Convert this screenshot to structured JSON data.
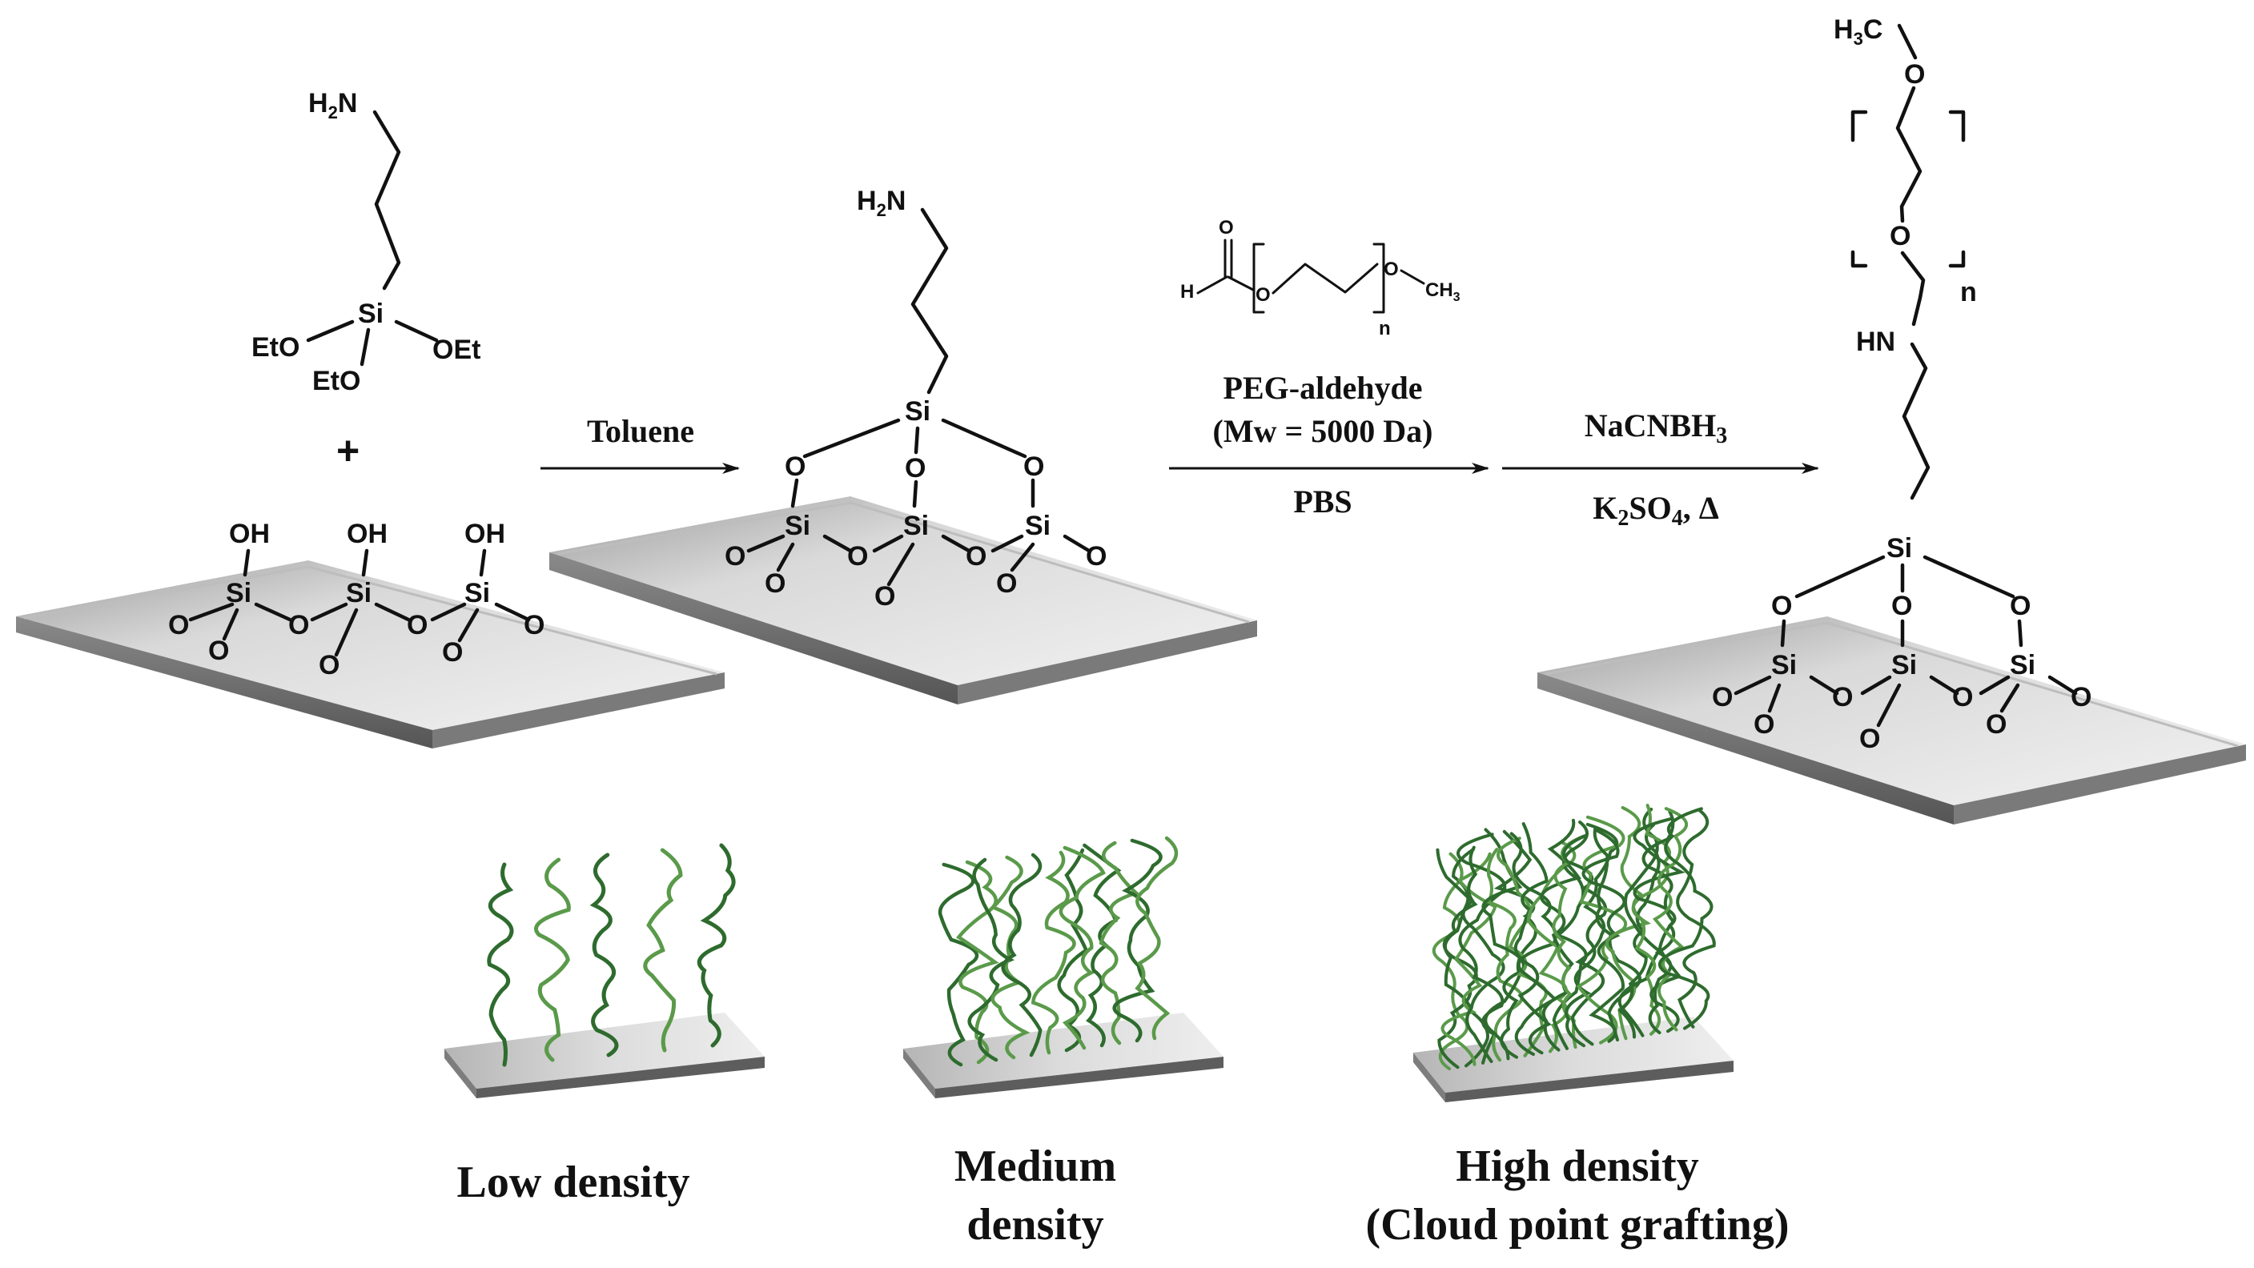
{
  "reagents": {
    "amine": "H",
    "amine_sub": "2",
    "amine_n": "N",
    "si": "Si",
    "eto_left": "EtO",
    "oet_right": "OEt",
    "eto_bottom": "EtO",
    "plus": "+"
  },
  "surface_groups": {
    "oh": "OH",
    "si": "Si",
    "o": "O"
  },
  "step1": {
    "conditions_above": "Toluene"
  },
  "step2": {
    "peg_h": "H",
    "peg_o": "O",
    "peg_ch3": "CH",
    "peg_ch3_sub": "3",
    "peg_n": "n",
    "conditions_above_1": "PEG-aldehyde",
    "conditions_above_2": "(Mw = 5000 Da)",
    "conditions_below": "PBS"
  },
  "step3": {
    "conditions_above": "NaCNBH",
    "conditions_above_sub": "3",
    "conditions_below_k": "K",
    "conditions_below_sub1": "2",
    "conditions_below_so": "SO",
    "conditions_below_sub2": "4",
    "conditions_below_rest": ", Δ"
  },
  "product": {
    "h3c_h": "H",
    "h3c_sub": "3",
    "h3c_c": "C",
    "o": "O",
    "n": "n",
    "hn": "HN",
    "si": "Si"
  },
  "densities": {
    "low": "Low density",
    "medium_1": "Medium",
    "medium_2": "density",
    "high_1": "High density",
    "high_2": "(Cloud point grafting)"
  },
  "colors": {
    "chain_dark": "#2e6b2e",
    "chain_light": "#5a9a4a",
    "slab_top": "#d6d6d6",
    "slab_side": "#6e6e6e"
  }
}
